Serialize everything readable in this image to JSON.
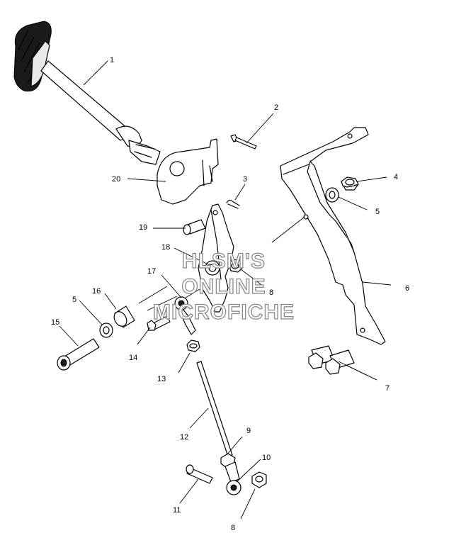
{
  "watermark": {
    "line1": "HLSM'S",
    "line2": "ONLINE",
    "line3": "MICROFICHE"
  },
  "callouts": {
    "c1": "1",
    "c2": "2",
    "c3": "3",
    "c4": "4",
    "c5a": "5",
    "c5b": "5",
    "c6": "6",
    "c7": "7",
    "c8a": "8",
    "c8b": "8",
    "c9": "9",
    "c10": "10",
    "c11": "11",
    "c12": "12",
    "c13": "13",
    "c14": "14",
    "c15": "15",
    "c16": "16",
    "c17": "17",
    "c18": "18",
    "c19": "19",
    "c20": "20"
  }
}
